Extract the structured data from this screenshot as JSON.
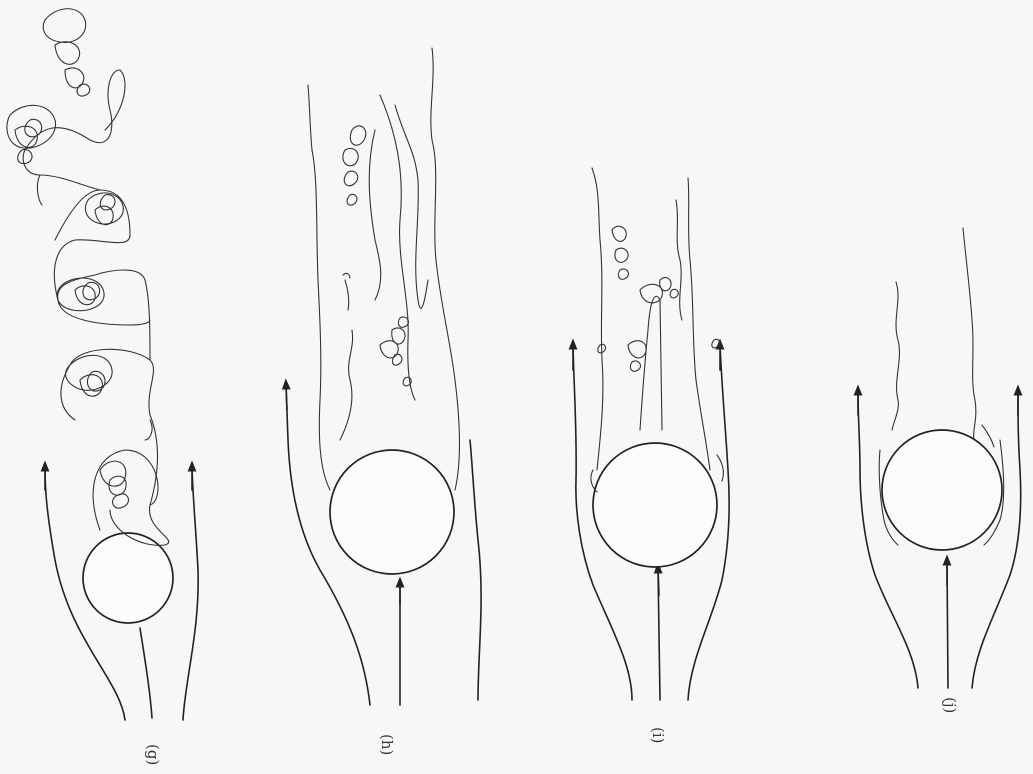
{
  "figure": {
    "panels": [
      {
        "id": "g",
        "label": "(g)"
      },
      {
        "id": "h",
        "label": "(h)"
      },
      {
        "id": "i",
        "label": "(i)"
      },
      {
        "id": "j",
        "label": "(j)"
      }
    ],
    "colors": {
      "ink": "#222222",
      "paper": "#f7f7f5"
    }
  }
}
